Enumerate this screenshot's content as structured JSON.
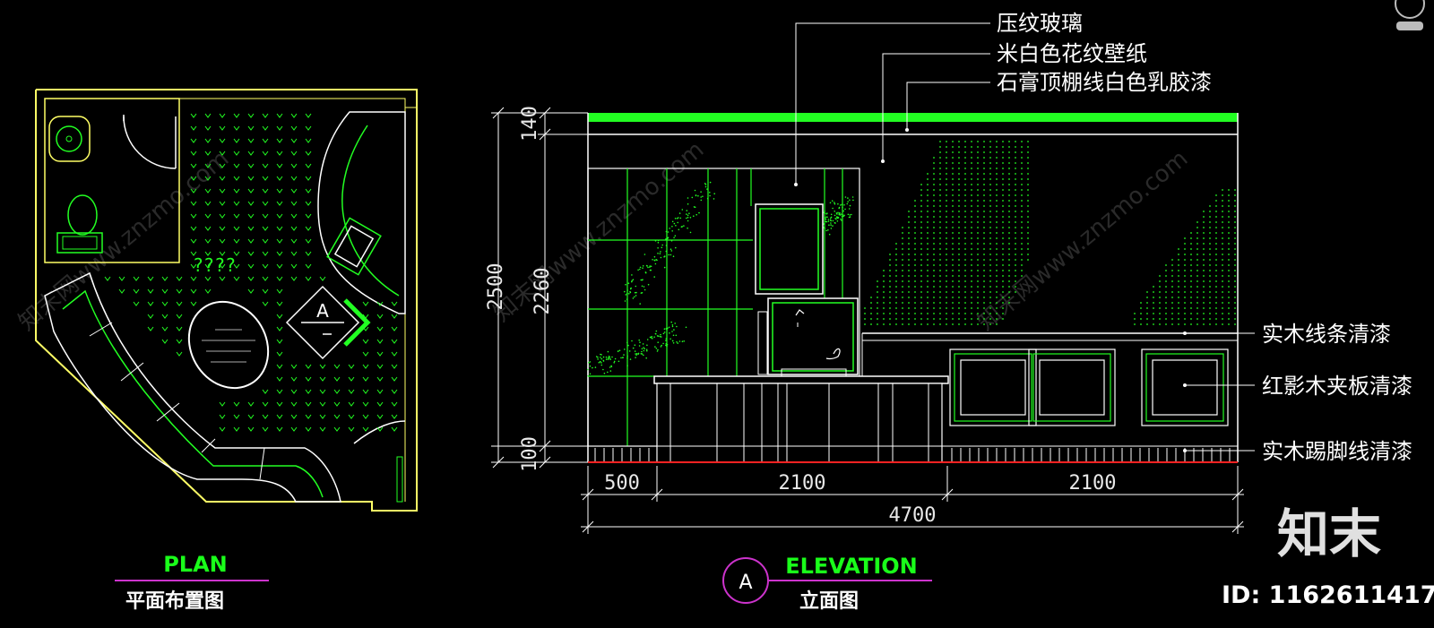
{
  "plan": {
    "title": "PLAN",
    "subtitle": "平面布置图",
    "marks": "????",
    "section_letter": "A"
  },
  "elevation": {
    "title": "ELEVATION",
    "subtitle": "立面图",
    "marker": "A",
    "labels_top": [
      "压纹玻璃",
      "米白色花纹壁纸",
      "石膏顶棚线白色乳胶漆"
    ],
    "labels_right": [
      "实木线条清漆",
      "红影木夹板清漆",
      "实木踢脚线清漆"
    ],
    "dims_vertical": [
      "2500",
      "2260",
      "140",
      "100"
    ],
    "dims_horizontal": [
      "500",
      "2100",
      "2100"
    ],
    "dim_total": "4700"
  },
  "watermark": {
    "text": "知末网www.znzmo.com",
    "logo": "知末",
    "id": "ID: 1162611417"
  },
  "colors": {
    "line_green": "#22ff22",
    "line_yellow": "#ffff66",
    "line_white": "#ffffff",
    "magenta": "#cc33cc",
    "red": "#ff2222"
  }
}
